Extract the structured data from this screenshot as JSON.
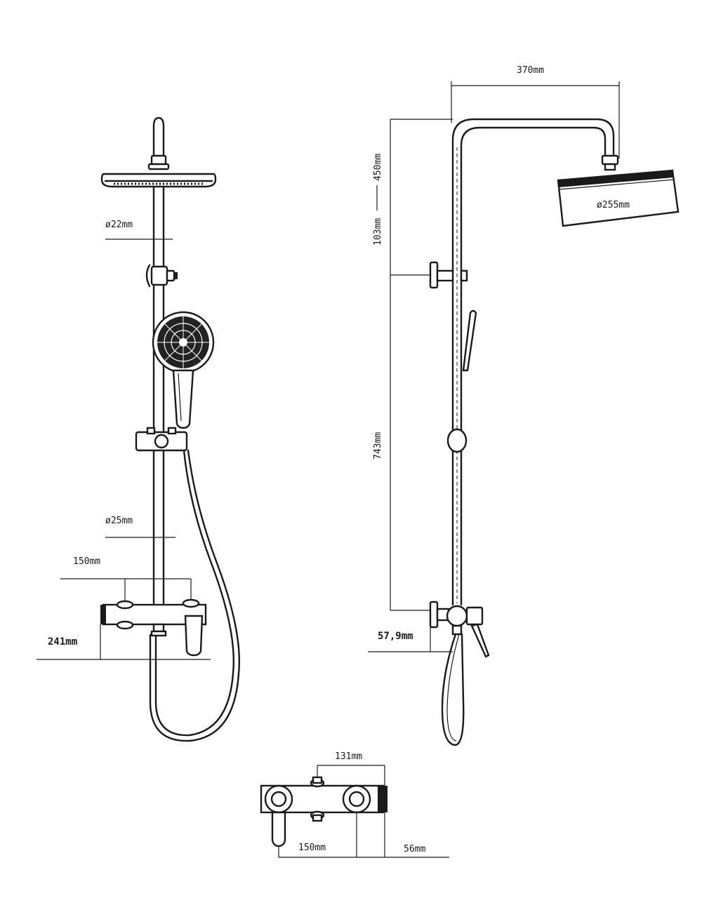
{
  "dimensions": {
    "head_rail_diameter": "ø22mm",
    "rail_diameter": "ø25mm",
    "mixer_spacing_front": "150mm",
    "mixer_height": "241mm",
    "arm_reach": "370mm",
    "arm_drop": "450mm",
    "arm_offset": "103mm",
    "rail_length": "743mm",
    "wall_offset": "57,9mm",
    "head_diameter": "ø255mm",
    "top_spacing": "131mm",
    "top_mixer_spacing": "150mm",
    "top_outlet": "56mm"
  }
}
